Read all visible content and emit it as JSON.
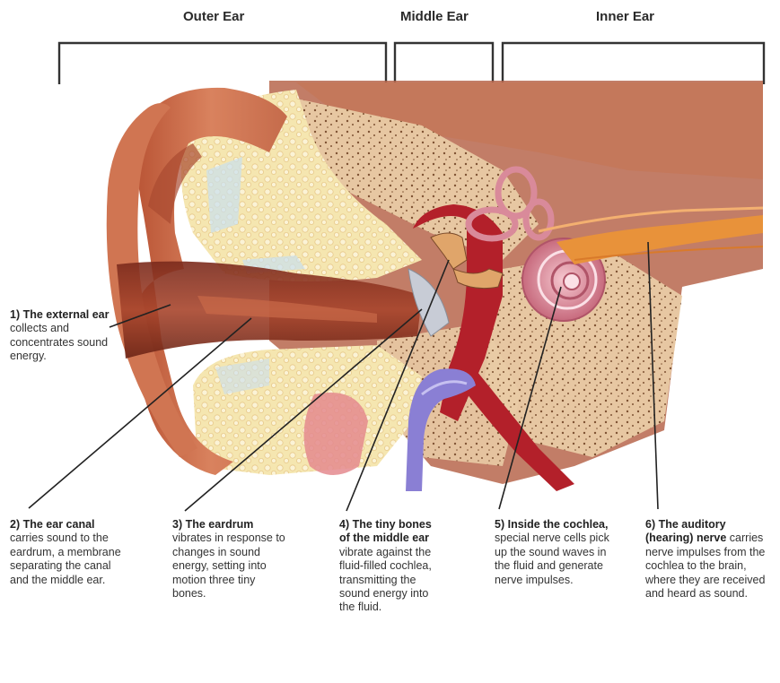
{
  "headers": {
    "outer": "Outer Ear",
    "middle": "Middle Ear",
    "inner": "Inner Ear"
  },
  "callouts": [
    {
      "num": "1)",
      "bold": "The external ear",
      "text": "collects and concentrates sound energy."
    },
    {
      "num": "2)",
      "bold": "The ear canal",
      "text": "carries sound to the eardrum, a membrane separating the canal and the middle ear."
    },
    {
      "num": "3)",
      "bold": "The eardrum",
      "text": "vibrates in response to changes in sound energy, setting into motion three tiny bones."
    },
    {
      "num": "4)",
      "bold": "The tiny bones of the middle ear",
      "text": "vibrate against the fluid-filled cochlea, transmitting the sound energy into the fluid."
    },
    {
      "num": "5)",
      "bold": "Inside the cochlea,",
      "text": "special nerve cells pick up the sound waves in the fluid and generate nerve impulses."
    },
    {
      "num": "6)",
      "bold": "The auditory (hearing) nerve",
      "text": "carries nerve impulses from the cochlea to the brain, where they are received and heard as sound."
    }
  ],
  "colors": {
    "skin": "#c86a4a",
    "bone": "#f3dcc0",
    "spongy": "#f4e2a8",
    "canal": "#8a3424",
    "blood": "#b3202a",
    "cochlea": "#d98a9a",
    "nerve": "#e8923a",
    "vein": "#8a7fd4"
  }
}
